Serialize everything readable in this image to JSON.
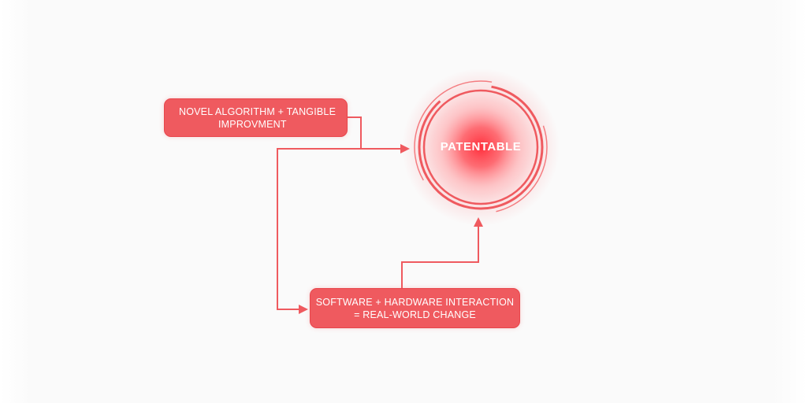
{
  "nodes": {
    "top": {
      "line1": "NOVEL ALGORITHM + TANGIBLE",
      "line2": "IMPROVMENT"
    },
    "bottom": {
      "line1": "SOFTWARE + HARDWARE INTERACTION",
      "line2": "= REAL-WORLD CHANGE"
    },
    "target": {
      "label": "PATENTABLE"
    }
  },
  "colors": {
    "accent": "#ef5a5f",
    "accent_dark": "#e8464c",
    "glow": "#ff3b45",
    "background": "#fafafa"
  }
}
